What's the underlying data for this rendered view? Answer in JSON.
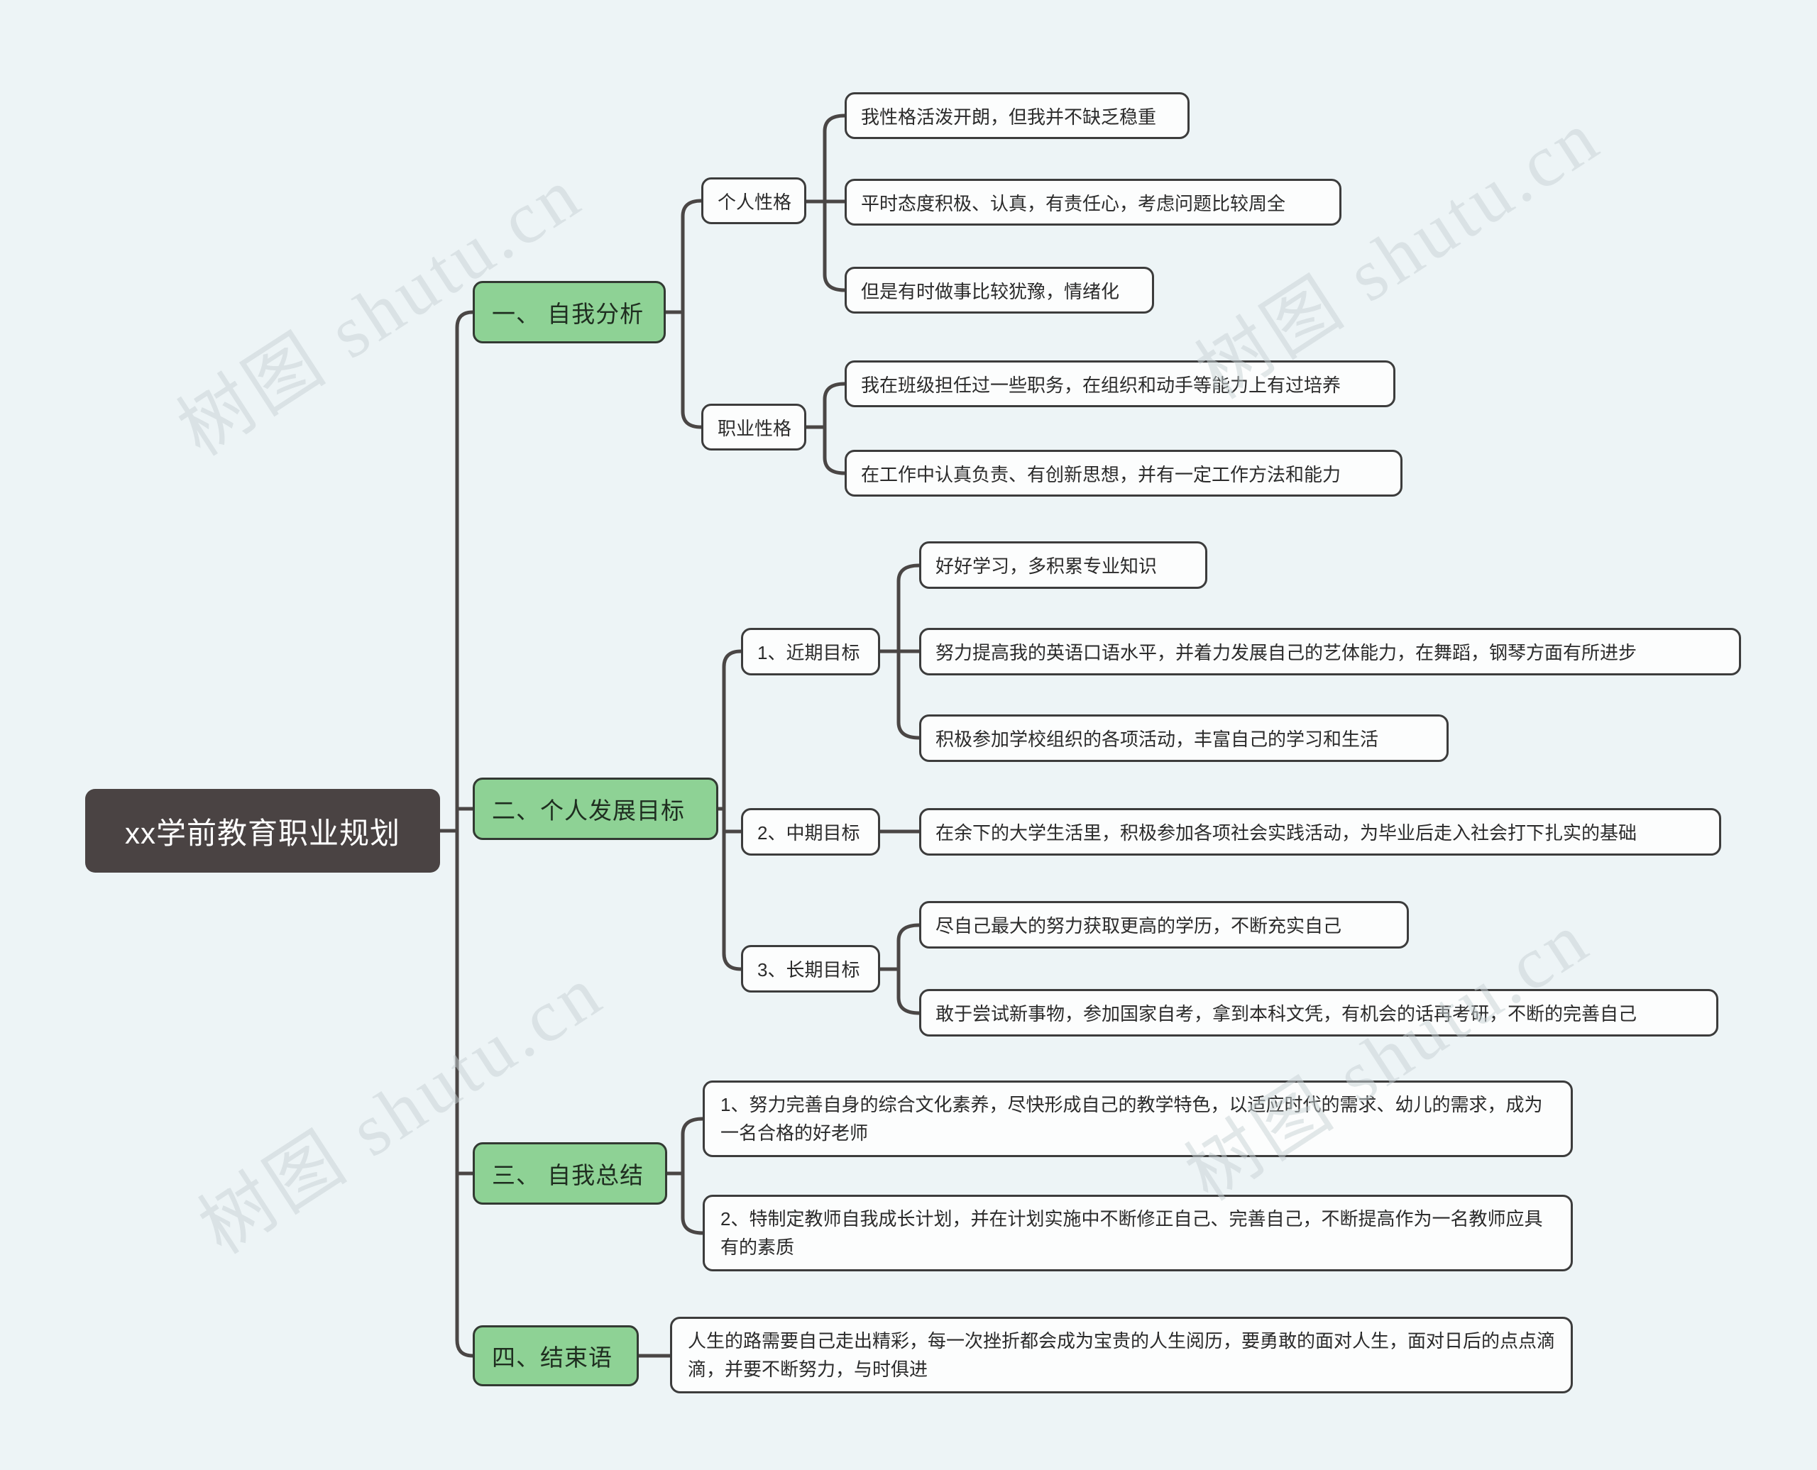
{
  "theme": {
    "background": "#edf4f6",
    "branch_fill": "#8ed295",
    "root_fill": "#4a4343",
    "node_fill": "#fcfdfd",
    "border_color": "#3c3c3c",
    "line_color": "#4a4645",
    "watermark_color": "#c8d2d5"
  },
  "watermark": {
    "text": "树图 shutu.cn"
  },
  "root": {
    "label": "xx学前教育职业规划"
  },
  "branches": [
    {
      "label": "一、 自我分析",
      "children": [
        {
          "label": "个人性格",
          "leaves": [
            "我性格活泼开朗，但我并不缺乏稳重",
            "平时态度积极、认真，有责任心，考虑问题比较周全",
            "但是有时做事比较犹豫，情绪化"
          ]
        },
        {
          "label": "职业性格",
          "leaves": [
            "我在班级担任过一些职务，在组织和动手等能力上有过培养",
            "在工作中认真负责、有创新思想，并有一定工作方法和能力"
          ]
        }
      ]
    },
    {
      "label": "二、个人发展目标",
      "children": [
        {
          "label": "1、近期目标",
          "leaves": [
            "好好学习，多积累专业知识",
            "努力提高我的英语口语水平，并着力发展自己的艺体能力，在舞蹈，钢琴方面有所进步",
            "积极参加学校组织的各项活动，丰富自己的学习和生活"
          ]
        },
        {
          "label": "2、中期目标",
          "leaves": [
            "在余下的大学生活里，积极参加各项社会实践活动，为毕业后走入社会打下扎实的基础"
          ]
        },
        {
          "label": "3、长期目标",
          "leaves": [
            "尽自己最大的努力获取更高的学历，不断充实自己",
            "敢于尝试新事物，参加国家自考，拿到本科文凭，有机会的话再考研，不断的完善自己"
          ]
        }
      ]
    },
    {
      "label": "三、 自我总结",
      "leaves": [
        "1、努力完善自身的综合文化素养，尽快形成自己的教学特色，以适应时代的需求、幼儿的需求，成为一名合格的好老师",
        "2、特制定教师自我成长计划，并在计划实施中不断修正自己、完善自己，不断提高作为一名教师应具有的素质"
      ]
    },
    {
      "label": "四、结束语",
      "leaves": [
        "人生的路需要自己走出精彩，每一次挫折都会成为宝贵的人生阅历，要勇敢的面对人生，面对日后的点点滴滴，并要不断努力，与时俱进"
      ]
    }
  ]
}
